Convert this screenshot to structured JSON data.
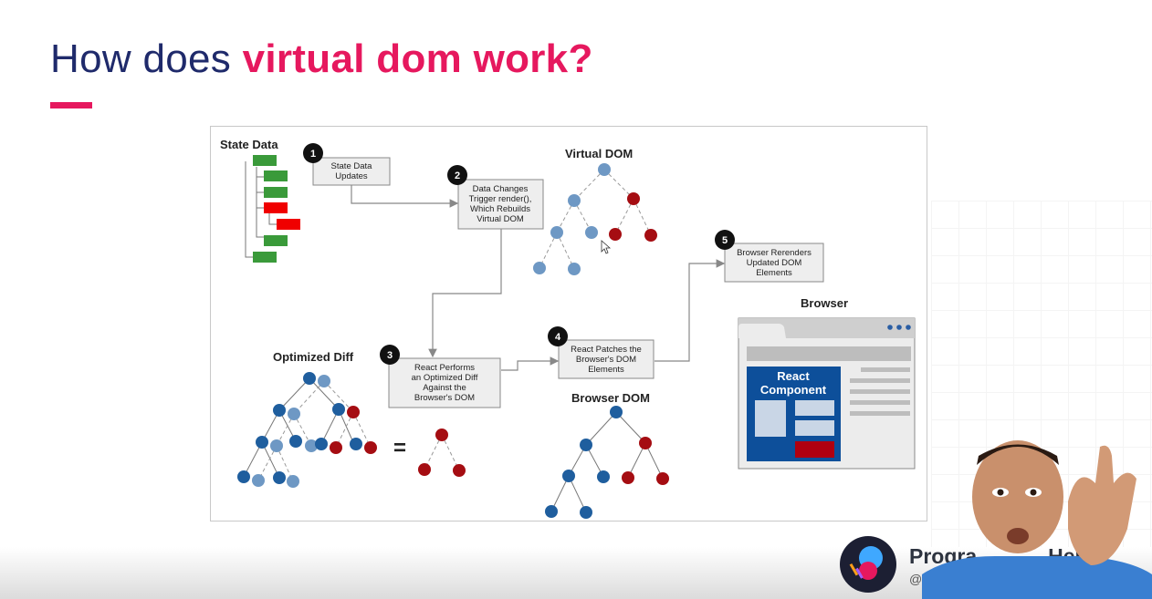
{
  "slide": {
    "title_prefix": "How does ",
    "title_accent": "virtual dom work?"
  },
  "diagram": {
    "state_data_label": "State Data",
    "virtual_dom_label": "Virtual DOM",
    "optimized_diff_label": "Optimized Diff",
    "browser_dom_label": "Browser DOM",
    "browser_label": "Browser",
    "react_component_label": [
      "React",
      "Component"
    ],
    "equals": "=",
    "steps": [
      {
        "num": "1",
        "lines": [
          "State Data",
          "Updates"
        ]
      },
      {
        "num": "2",
        "lines": [
          "Data Changes",
          "Trigger render(),",
          "Which Rebuilds",
          "Virtual DOM"
        ]
      },
      {
        "num": "3",
        "lines": [
          "React Performs",
          "an Optimized Diff",
          "Against the",
          "Browser's DOM"
        ]
      },
      {
        "num": "4",
        "lines": [
          "React Patches the",
          "Browser's DOM",
          "Elements"
        ]
      },
      {
        "num": "5",
        "lines": [
          "Browser Rerenders",
          "Updated DOM",
          "Elements"
        ]
      }
    ],
    "colors": {
      "green": "#3a9a3a",
      "red": "#f00000",
      "node_blue": "#1f5e9e",
      "node_light_blue": "#6e98c4",
      "node_red": "#a50d12",
      "step_box": "#eeeeee",
      "browser_blue": "#0d4f9a",
      "browser_red": "#b00010"
    }
  },
  "branding": {
    "name": "Progra",
    "name_suffix": "Here",
    "handle": "@pr"
  }
}
